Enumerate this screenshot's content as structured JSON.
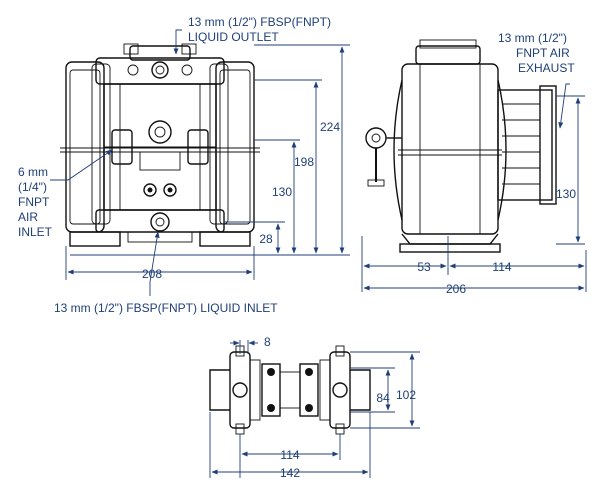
{
  "labels": {
    "liquid_outlet_line1": "13 mm (1/2\") FBSP(FNPT)",
    "liquid_outlet_line2": "LIQUID OUTLET",
    "air_exhaust_line1": "13 mm (1/2\")",
    "air_exhaust_line2": "FNPT AIR",
    "air_exhaust_line3": "EXHAUST",
    "air_inlet_line1": "6 mm",
    "air_inlet_line2": "(1/4\")",
    "air_inlet_line3": "FNPT",
    "air_inlet_line4": "AIR",
    "air_inlet_line5": "INLET",
    "liquid_inlet": "13 mm (1/2\") FBSP(FNPT) LIQUID INLET"
  },
  "dimensions": {
    "front_overall_height": "224",
    "front_outlet_height": "198",
    "front_air_inlet_height": "130",
    "front_liquid_inlet_height": "28",
    "front_width": "208",
    "side_exhaust_height": "130",
    "side_left_offset": "53",
    "side_right_offset": "114",
    "side_width": "206",
    "bottom_foot_width": "8",
    "bottom_inner_height": "84",
    "bottom_outer_height": "102",
    "bottom_hole_spacing": "114",
    "bottom_overall_width": "142"
  },
  "colors": {
    "drawing_line": "#111111",
    "dimension_text": "#1f3f78"
  }
}
